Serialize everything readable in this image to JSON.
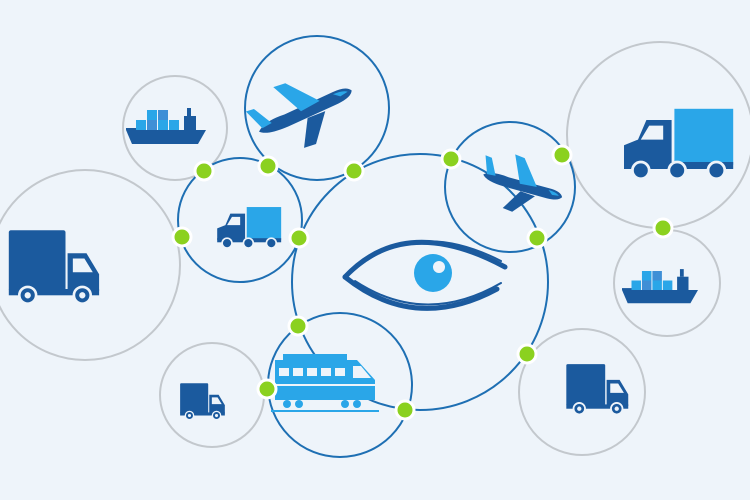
{
  "colors": {
    "background": "#eef4fa",
    "ring_dark": "#1e6fb3",
    "ring_light": "#c3c8cd",
    "node_fill": "#8bd11f",
    "node_stroke": "#ffffff",
    "navy": "#1b5a9e",
    "bright_blue": "#2aa6e8",
    "mid_blue": "#3f8fd6"
  },
  "center_icon": "eye-icon",
  "satellites": [
    {
      "id": "airplane-top",
      "icon": "airplane-icon",
      "ring": "dark"
    },
    {
      "id": "ship-top-left",
      "icon": "cargo-ship-icon",
      "ring": "light"
    },
    {
      "id": "truck-center-left",
      "icon": "semi-truck-icon",
      "ring": "dark"
    },
    {
      "id": "airplane-right",
      "icon": "airplane-icon",
      "ring": "dark"
    },
    {
      "id": "train-bottom",
      "icon": "train-icon",
      "ring": "dark"
    },
    {
      "id": "truck-big-left",
      "icon": "box-truck-icon",
      "ring": "light"
    },
    {
      "id": "truck-bottom-left",
      "icon": "box-truck-icon",
      "ring": "light"
    },
    {
      "id": "truck-top-right",
      "icon": "semi-truck-icon",
      "ring": "light"
    },
    {
      "id": "ship-right",
      "icon": "cargo-ship-icon",
      "ring": "light"
    },
    {
      "id": "truck-bottom-right",
      "icon": "box-truck-icon",
      "ring": "light"
    }
  ]
}
